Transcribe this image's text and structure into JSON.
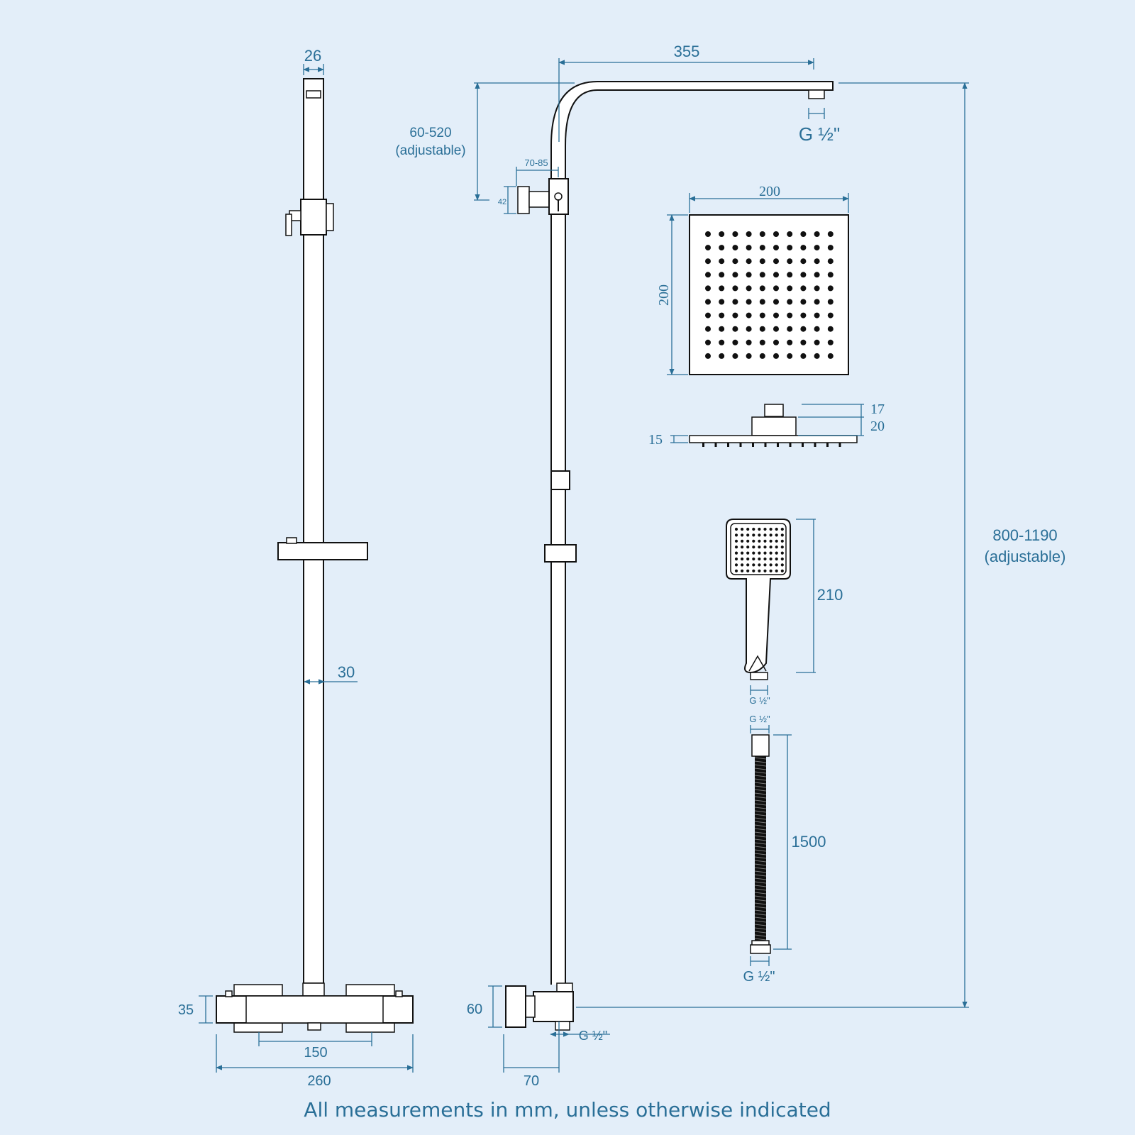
{
  "colors": {
    "background": "#e3eef9",
    "dimension": "#2a6f97",
    "outline": "#111111",
    "part_fill": "#ffffff"
  },
  "labels": {
    "rail_width": "26",
    "rail_pipe": "30",
    "valve_height": "35",
    "inlet_centres": "150",
    "valve_width": "260",
    "arm_reach": "355",
    "thread_head": "G ½\"",
    "arm_adjust_value": "60-520",
    "arm_adjust_note": "(adjustable)",
    "bracket_offset": "70-85",
    "bracket_height": "42",
    "head_width": "200",
    "head_height": "200",
    "head_profile_top": "17",
    "head_profile_mid": "20",
    "head_profile_plate": "15",
    "handset_length": "210",
    "thread_handset": "G ½\"",
    "thread_hose_top": "G ½\"",
    "hose_length": "1500",
    "thread_hose_bottom": "G ½\"",
    "total_height_value": "800-1190",
    "total_height_note": "(adjustable)",
    "elbow_height": "60",
    "thread_elbow": "G ½\"",
    "elbow_depth": "70"
  },
  "footer": "All measurements in mm, unless otherwise indicated"
}
